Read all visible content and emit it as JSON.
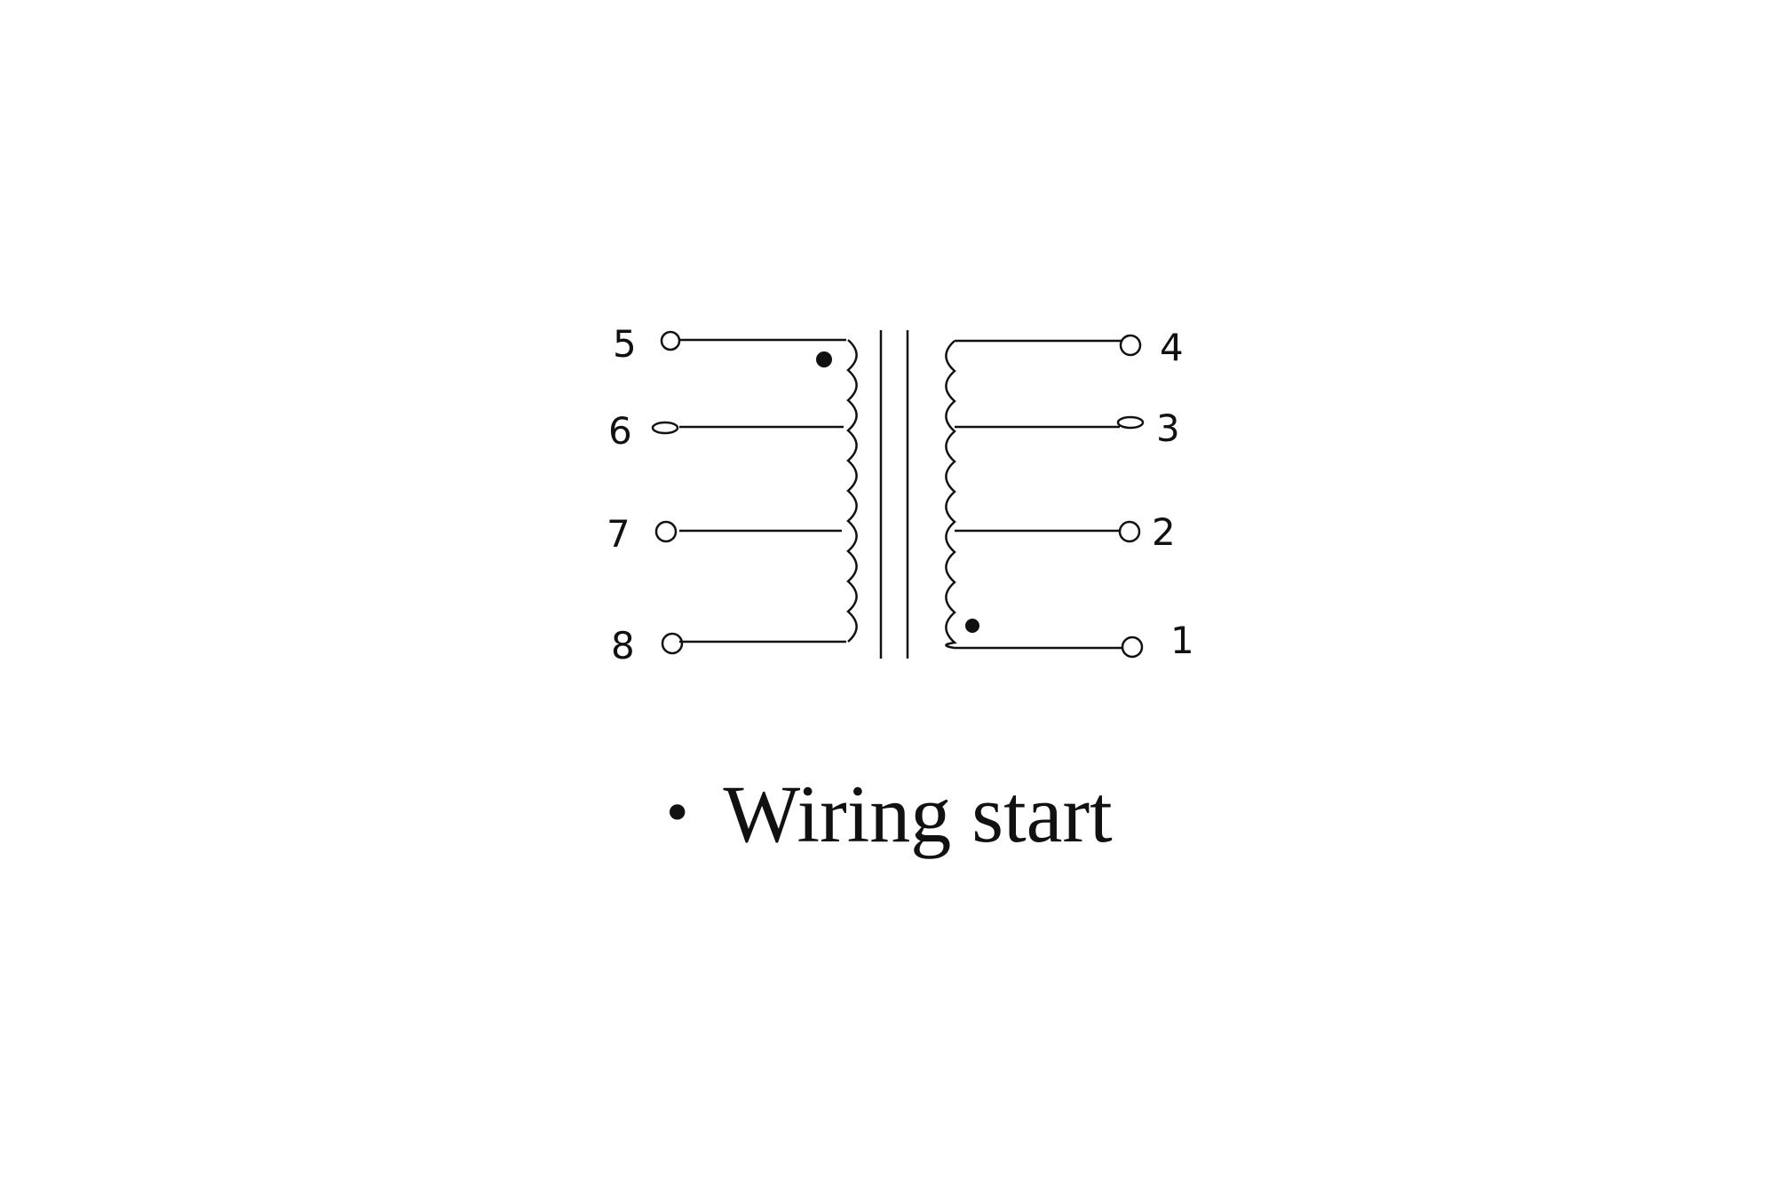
{
  "diagram": {
    "left_pins": [
      "5",
      "6",
      "7",
      "8"
    ],
    "right_pins": [
      "4",
      "3",
      "2",
      "1"
    ]
  },
  "caption": {
    "bullet": "•",
    "text": "Wiring start"
  }
}
